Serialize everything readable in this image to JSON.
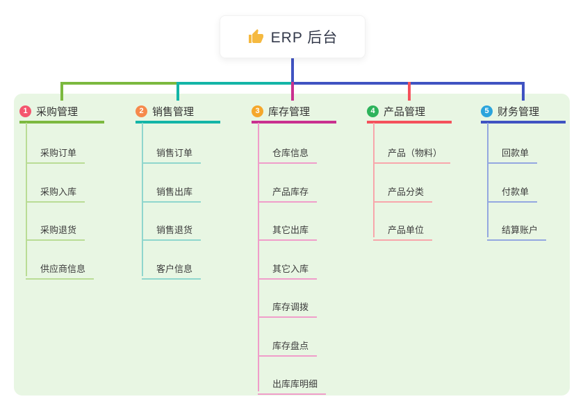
{
  "root": {
    "label": "ERP 后台",
    "icon": "thumbs-up-icon",
    "icon_color": "#f5b940"
  },
  "colors": {
    "stem": "#4053c2",
    "panel_background": "#e8f6e3",
    "root_text": "#33394a"
  },
  "branches": [
    {
      "badge": "1",
      "label": "采购管理",
      "badge_color": "#f4566e",
      "line_color": "#7cb93f",
      "child_line_color": "#b9dc95",
      "children": [
        "采购订单",
        "采购入库",
        "采购退货",
        "供应商信息"
      ]
    },
    {
      "badge": "2",
      "label": "销售管理",
      "badge_color": "#f6894c",
      "line_color": "#13b5a7",
      "child_line_color": "#8fd6cd",
      "children": [
        "销售订单",
        "销售出库",
        "销售退货",
        "客户信息"
      ]
    },
    {
      "badge": "3",
      "label": "库存管理",
      "badge_color": "#f5a72b",
      "line_color": "#c9308f",
      "child_line_color": "#f09dca",
      "children": [
        "仓库信息",
        "产品库存",
        "其它出库",
        "其它入库",
        "库存调拨",
        "库存盘点",
        "出库库明细"
      ]
    },
    {
      "badge": "4",
      "label": "产品管理",
      "badge_color": "#2db35b",
      "line_color": "#f4515c",
      "child_line_color": "#f8a6ab",
      "children": [
        "产品（物料）",
        "产品分类",
        "产品单位"
      ]
    },
    {
      "badge": "5",
      "label": "财务管理",
      "badge_color": "#2ba4dc",
      "line_color": "#4053c2",
      "child_line_color": "#93a7e0",
      "children": [
        "回款单",
        "付款单",
        "结算账户"
      ]
    }
  ]
}
